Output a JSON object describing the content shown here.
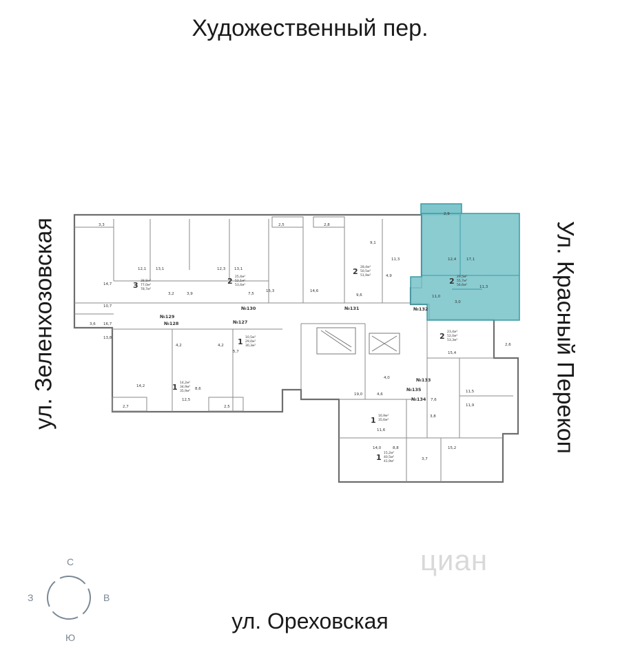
{
  "streets": {
    "top": "Художественный пер.",
    "bottom": "ул. Ореховская",
    "left": "ул. Зеленхозовская",
    "right": "Ул. Красный Перекоп"
  },
  "colors": {
    "highlight": "#7ec6cc",
    "highlight_stroke": "#3a9aa3",
    "wall": "#6d6d6d",
    "compass": "#7a8894"
  },
  "compass": {
    "n": "С",
    "s": "Ю",
    "w": "З",
    "e": "В"
  },
  "watermark": "циан",
  "units": [
    {
      "rooms": "3",
      "area_line1": "38,8м²",
      "area_line2": "77,0м²",
      "area_line3": "78,7м²"
    },
    {
      "rooms": "2",
      "area_line1": "25,4м²",
      "area_line2": "52,1м²",
      "area_line3": "53,4м²"
    },
    {
      "rooms": "2",
      "area_line1": "28,4м²",
      "area_line2": "50,5м²",
      "area_line3": "51,9м²"
    },
    {
      "rooms": "2",
      "area_line1": "29,5м²",
      "area_line2": "55,7м²",
      "area_line3": "56,6м²"
    },
    {
      "rooms": "1",
      "area_line1": "10,5м²",
      "area_line2": "29,0м²",
      "area_line3": "30,3м²"
    },
    {
      "rooms": "1",
      "area_line1": "14,2м²",
      "area_line2": "34,9м²",
      "area_line3": "35,9м²"
    },
    {
      "rooms": "2",
      "area_line1": "23,4м²",
      "area_line2": "52,0м²",
      "area_line3": "53,3м²"
    },
    {
      "rooms": "1",
      "area_line1": "16,9м²",
      "area_line2": "35,6м²",
      "area_line3": ""
    },
    {
      "rooms": "1",
      "area_line1": "15,2м²",
      "area_line2": "40,5м²",
      "area_line3": "41,9м²"
    }
  ],
  "numbers": [
    "№129",
    "№128",
    "№130",
    "№127",
    "№131",
    "№132",
    "№133",
    "№135",
    "№134"
  ],
  "room_areas": [
    "3,3",
    "12,1",
    "13,1",
    "12,3",
    "13,1",
    "2,5",
    "2,8",
    "9,1",
    "11,3",
    "2,9",
    "12,4",
    "17,1",
    "14,7",
    "10,7",
    "3,2",
    "3,9",
    "7,5",
    "15,3",
    "14,6",
    "4,9",
    "9,6",
    "11,0",
    "3,0",
    "11,3",
    "3,6",
    "16,7",
    "13,8",
    "4,2",
    "4,2",
    "5,7",
    "2,6",
    "15,4",
    "14,2",
    "12,5",
    "8,6",
    "4,0",
    "19,0",
    "4,6",
    "7,6",
    "11,5",
    "3,8",
    "11,9",
    "2,7",
    "2,5",
    "11,6",
    "14,0",
    "8,8",
    "3,7",
    "15,2"
  ]
}
